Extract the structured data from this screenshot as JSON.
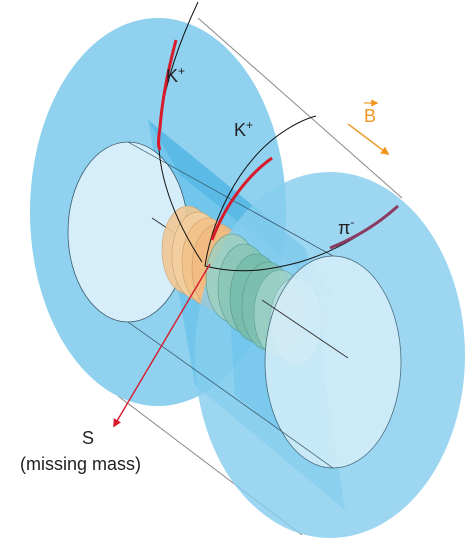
{
  "labels": {
    "kaon_plus_1": "K",
    "kaon_plus_1_sup": "+",
    "kaon_plus_2": "K",
    "kaon_plus_2_sup": "+",
    "pion_minus": "π",
    "pion_minus_sup": "-",
    "field": "B",
    "s_particle": "S",
    "missing_mass": "(missing mass)"
  },
  "colors": {
    "detector_blue": "#86cdee",
    "inner_blue": "#d5eef9",
    "tube_blue": "#5bbde8",
    "kaon_track": "#d81a2a",
    "pion_track": "#8b3a62",
    "field_arrow": "#f0961e",
    "missing_arrow": "#d81a2a",
    "target_orange": "#f3c38a",
    "target_green": "#6fb8a8"
  },
  "icons": {
    "field_arrow": "arrow-icon",
    "missing_mass_arrow": "arrow-icon"
  }
}
